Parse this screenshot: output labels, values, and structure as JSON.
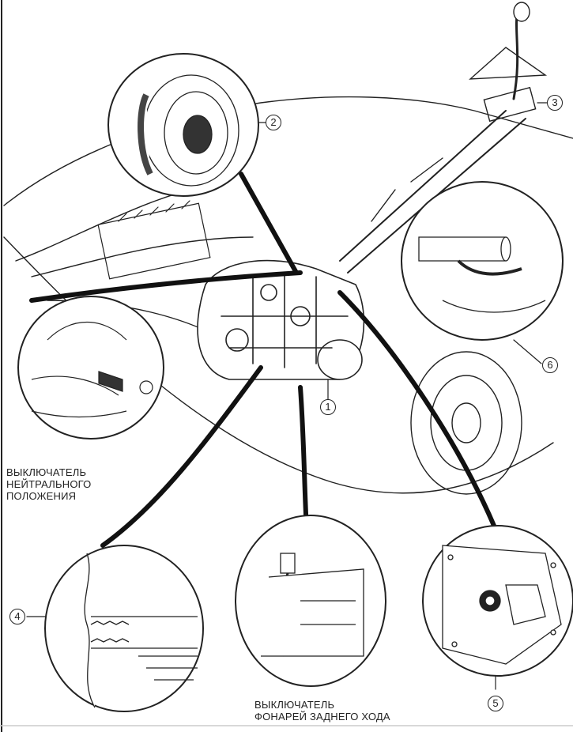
{
  "diagram": {
    "callouts": [
      {
        "id": "1",
        "label": "1"
      },
      {
        "id": "2",
        "label": "2"
      },
      {
        "id": "3",
        "label": "3"
      },
      {
        "id": "4",
        "label": "4"
      },
      {
        "id": "5",
        "label": "5"
      },
      {
        "id": "6",
        "label": "6"
      }
    ],
    "labels": {
      "neutral_switch": [
        "ВЫКЛЮЧАТЕЛЬ",
        "НЕЙТРАЛЬНОГО",
        "ПОЛОЖЕНИЯ"
      ],
      "reverse_light_switch": [
        "ВЫКЛЮЧАТЕЛЬ",
        "ФОНАРЕЙ ЗАДНЕГО ХОДА"
      ]
    }
  }
}
